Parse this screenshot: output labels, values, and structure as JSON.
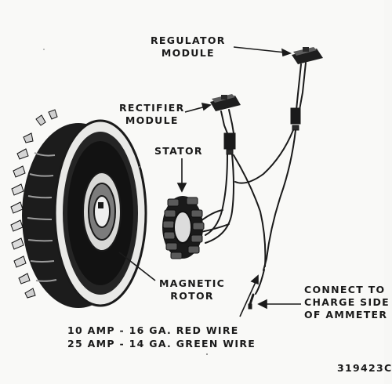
{
  "labels": {
    "regulator": {
      "line1": "REGULATOR",
      "line2": "MODULE"
    },
    "rectifier": {
      "line1": "RECTIFIER",
      "line2": "MODULE"
    },
    "stator": "STATOR",
    "magnetic_rotor": {
      "line1": "MAGNETIC",
      "line2": "ROTOR"
    },
    "connect": {
      "line1": "CONNECT TO",
      "line2": "CHARGE SIDE",
      "line3": "OF AMMETER"
    },
    "wire_10amp": "10 AMP - 16 GA. RED WIRE",
    "wire_25amp": "25 AMP - 14 GA. GREEN WIRE",
    "part_number": "319423C"
  },
  "colors": {
    "ink": "#1a1a1a",
    "paper": "#f9f9f7"
  }
}
